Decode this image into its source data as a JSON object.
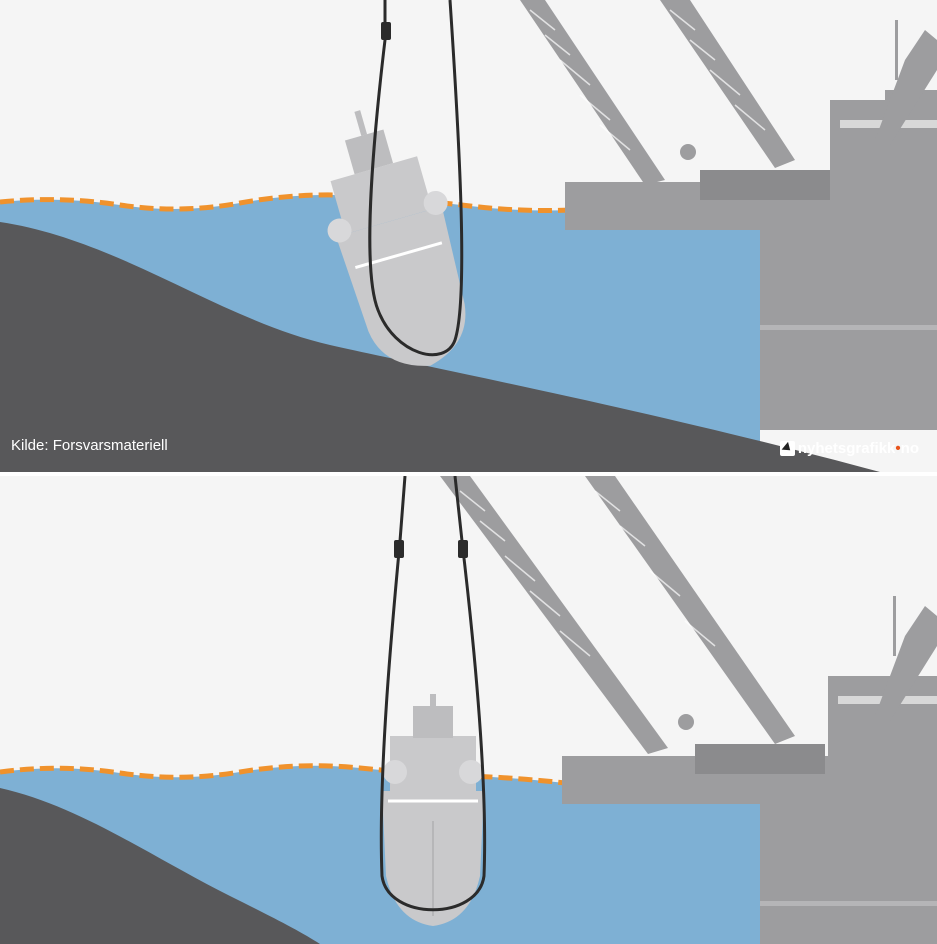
{
  "source": {
    "label": "Kilde: Forsvarsmateriell"
  },
  "brand": {
    "prefix": "nyhetsgrafikk",
    "dot": "•",
    "suffix": "no"
  },
  "colors": {
    "sky": "#f5f5f5",
    "water": "#7eb0d4",
    "seabed": "#58585a",
    "crane": "#9d9d9f",
    "ship": "#c9c9cb",
    "boom": "#f0922c",
    "chain": "#2b2b2b"
  },
  "icons": {
    "brand": "cursor-icon"
  }
}
